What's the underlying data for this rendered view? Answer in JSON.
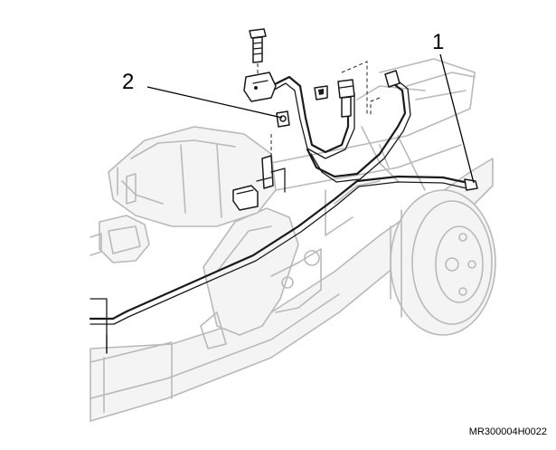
{
  "callouts": {
    "one": "1",
    "two": "2"
  },
  "figure_code": "MR300004H0022",
  "colors": {
    "ink": "#1a1a1a",
    "ghost": "#b9b9b9",
    "background": "#ffffff"
  }
}
